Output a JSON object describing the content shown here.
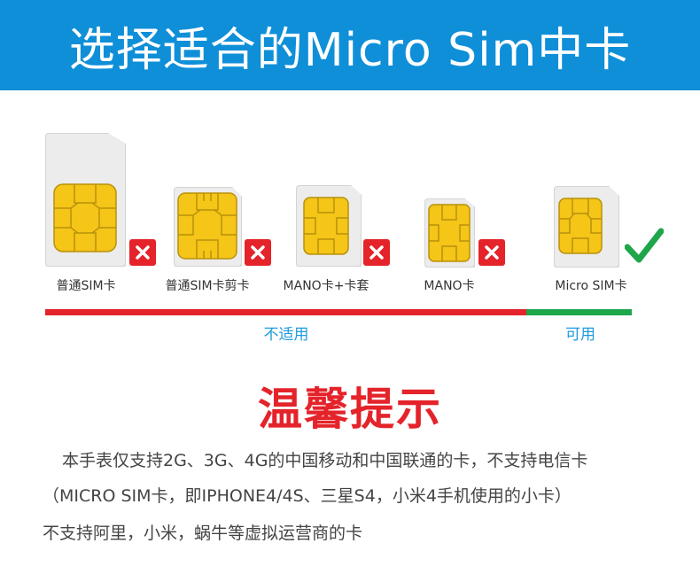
{
  "header": {
    "title": "选择适合的Micro Sim中卡"
  },
  "cards": [
    {
      "label": "普通SIM卡",
      "status": "unsuitable"
    },
    {
      "label": "普通SIM卡剪卡",
      "status": "unsuitable"
    },
    {
      "label": "MANO卡+卡套",
      "status": "unsuitable"
    },
    {
      "label": "MANO卡",
      "status": "unsuitable"
    },
    {
      "label": "Micro SIM卡",
      "status": "suitable"
    }
  ],
  "legend": {
    "unsuitable": "不适用",
    "suitable": "可用"
  },
  "colors": {
    "banner": "#0f8fd8",
    "red": "#e4232a",
    "green": "#1ea64a",
    "chip": "#f5c518",
    "blue_text": "#1e9be0"
  },
  "icons": {
    "unsuitable": "red-x-icon",
    "suitable": "green-check-icon"
  },
  "tips": {
    "title": "温馨提示",
    "lines": [
      "本手表仅支持2G、3G、4G的中国移动和中国联通的卡，不支持电信卡",
      "（MICRO SIM卡，即IPHONE4/4S、三星S4，小米4手机使用的小卡）",
      "不支持阿里，小米，蜗牛等虚拟运营商的卡"
    ]
  }
}
